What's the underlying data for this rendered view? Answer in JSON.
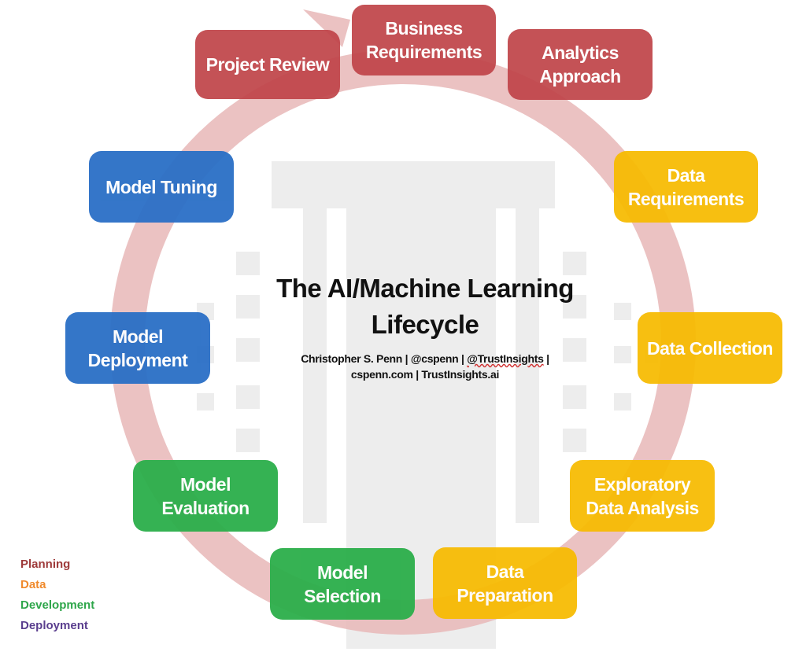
{
  "title": "The AI/Machine Learning\nLifecycle",
  "subtitle": {
    "part1": "Christopher S. Penn | @cspenn | ",
    "part2": "@TrustInsights",
    "part3": " |",
    "line2": "cspenn.com | TrustInsights.ai"
  },
  "stages": {
    "project_review": "Project Review",
    "business_requirements": "Business\nRequirements",
    "analytics_approach": "Analytics\nApproach",
    "data_requirements": "Data\nRequirements",
    "data_collection": "Data Collection",
    "exploratory_data_analysis": "Exploratory\nData Analysis",
    "data_preparation": "Data\nPreparation",
    "model_selection": "Model\nSelection",
    "model_evaluation": "Model\nEvaluation",
    "model_deployment": "Model\nDeployment",
    "model_tuning": "Model Tuning"
  },
  "legend": {
    "planning": "Planning",
    "data": "Data",
    "development": "Development",
    "deployment": "Deployment"
  },
  "colors": {
    "planning": "#c0454a",
    "data": "#f7bb00",
    "development": "#2bae4a",
    "deployment": "#2a6fc6",
    "legend_planning": "#9e3a3a",
    "legend_data": "#f08a2c",
    "legend_development": "#2ea64a",
    "legend_deployment": "#5a3e8e",
    "ring": "#e8b7b7",
    "watermark": "#ededed"
  }
}
